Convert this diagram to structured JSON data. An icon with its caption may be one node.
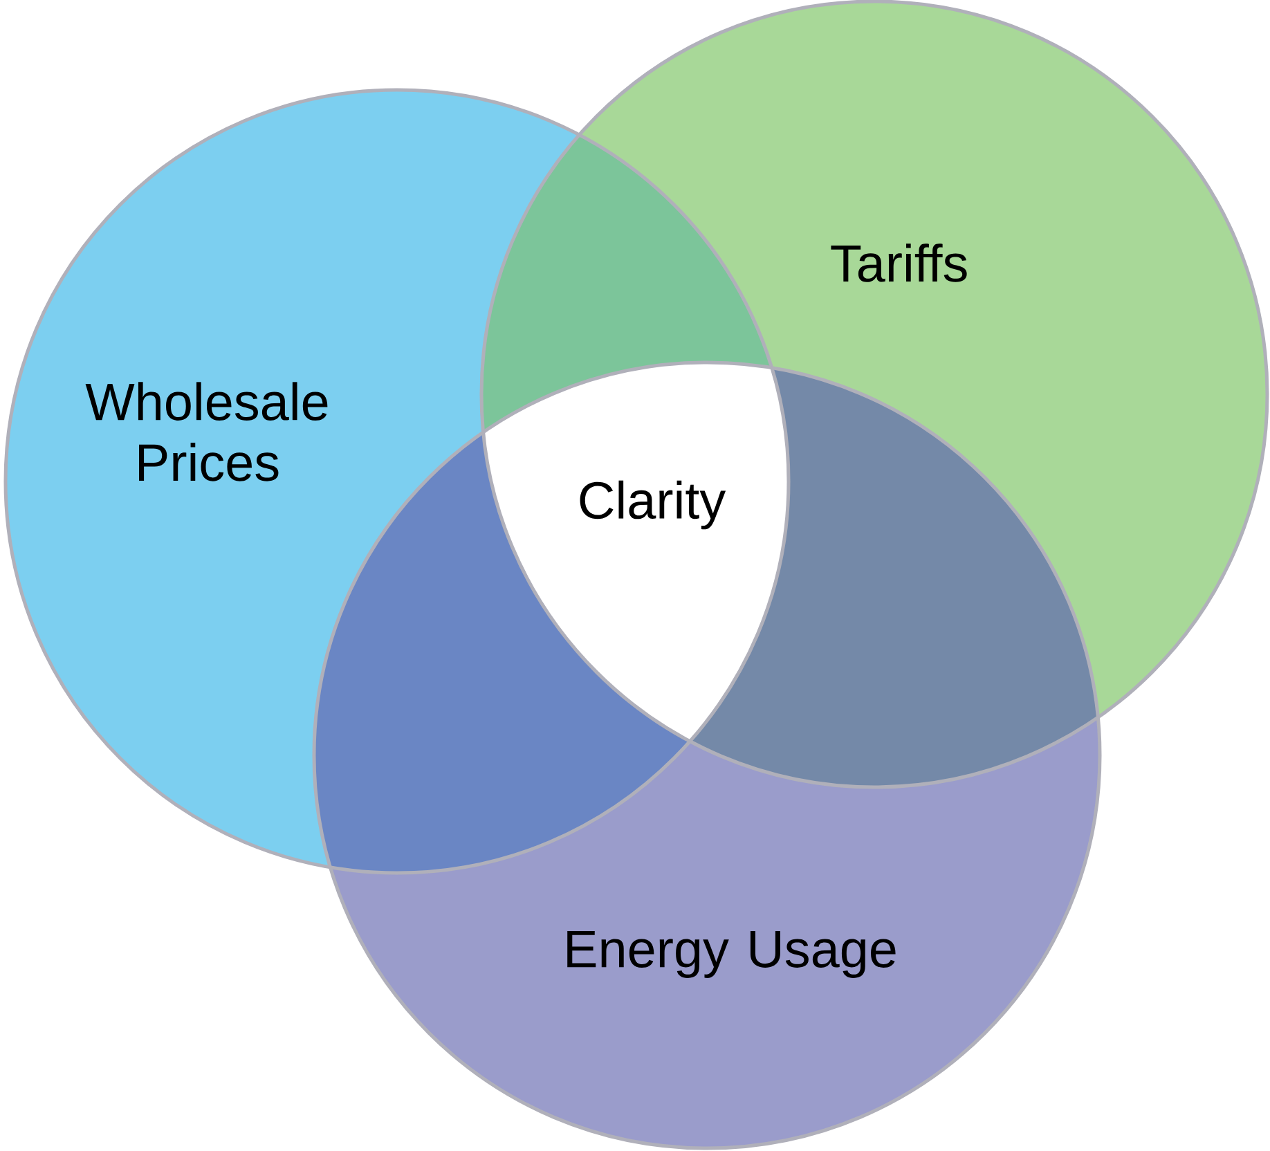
{
  "diagram": {
    "nodes": [
      {
        "text": [
          "Wholesale Prices"
        ]
      },
      {
        "text": [
          "Tariffs"
        ]
      },
      {
        "text": [
          "Energy Usage"
        ]
      },
      {
        "text": [
          "Clarity"
        ]
      }
    ]
  }
}
